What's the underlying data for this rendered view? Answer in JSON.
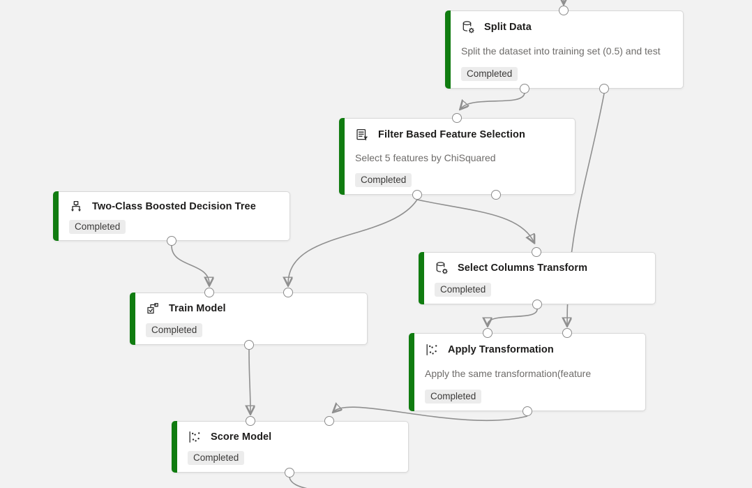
{
  "canvas": {
    "background_color": "#f2f2f2",
    "node_background": "#ffffff",
    "node_border_color": "#d8d8d8",
    "status_accent_color": "#107c10",
    "edge_color": "#8f8f8f",
    "badge_background": "#ececec"
  },
  "nodes": [
    {
      "id": "split-data",
      "title": "Split Data",
      "description": "Split the dataset into training set (0.5) and test",
      "status": "Completed",
      "icon": "database-gear-icon"
    },
    {
      "id": "filter-based-feature-selection",
      "title": "Filter Based Feature Selection",
      "description": "Select 5 features by ChiSquared",
      "status": "Completed",
      "icon": "list-filter-icon"
    },
    {
      "id": "two-class-boosted-decision-tree",
      "title": "Two-Class Boosted Decision Tree",
      "description": "",
      "status": "Completed",
      "icon": "decision-tree-icon"
    },
    {
      "id": "select-columns-transform",
      "title": "Select Columns Transform",
      "description": "",
      "status": "Completed",
      "icon": "database-gear-icon"
    },
    {
      "id": "train-model",
      "title": "Train Model",
      "description": "",
      "status": "Completed",
      "icon": "train-model-icon"
    },
    {
      "id": "apply-transformation",
      "title": "Apply Transformation",
      "description": "Apply the same transformation(feature",
      "status": "Completed",
      "icon": "scatter-plot-icon"
    },
    {
      "id": "score-model",
      "title": "Score Model",
      "description": "",
      "status": "Completed",
      "icon": "scatter-plot-icon"
    }
  ],
  "edges": [
    {
      "from": "upstream",
      "to": "split-data-input"
    },
    {
      "from": "split-data-output-1",
      "to": "filter-based-feature-selection-input"
    },
    {
      "from": "split-data-output-2",
      "to": "apply-transformation-input-2"
    },
    {
      "from": "filter-based-feature-selection-output-1",
      "to": "train-model-input-2"
    },
    {
      "from": "filter-based-feature-selection-output-1",
      "to": "select-columns-transform-input"
    },
    {
      "from": "two-class-boosted-decision-tree-output",
      "to": "train-model-input-1"
    },
    {
      "from": "select-columns-transform-output",
      "to": "apply-transformation-input-1"
    },
    {
      "from": "train-model-output",
      "to": "score-model-input-1"
    },
    {
      "from": "apply-transformation-output",
      "to": "score-model-input-2"
    },
    {
      "from": "score-model-output",
      "to": "downstream"
    }
  ]
}
